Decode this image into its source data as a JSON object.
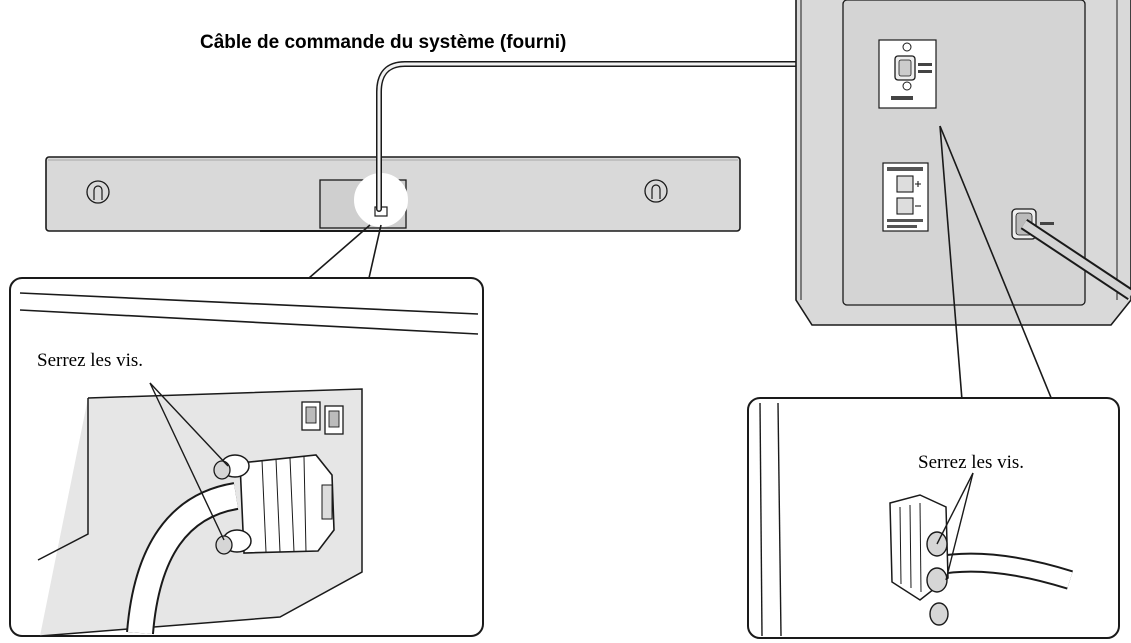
{
  "labels": {
    "system_cable": "Câble de commande du système (fourni)",
    "tighten_screws_left": "Serrez les vis.",
    "tighten_screws_right": "Serrez les vis."
  },
  "colors": {
    "panel_fill": "#d9d9d9",
    "panel_shadow": "#a8a8a8",
    "line": "#1a1a1a",
    "highlight": "#ffffff"
  }
}
